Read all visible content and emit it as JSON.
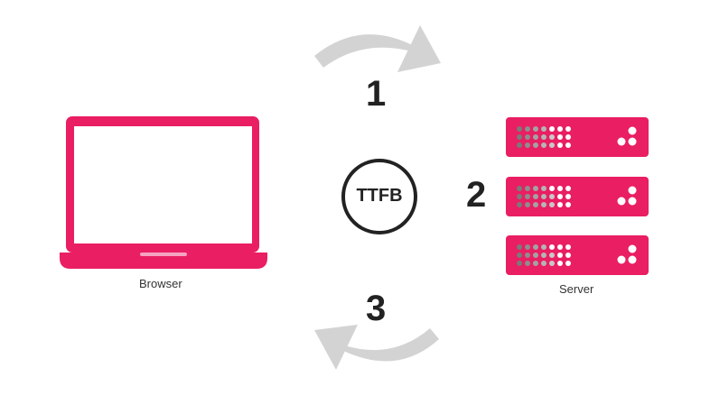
{
  "labels": {
    "browser": "Browser",
    "server": "Server",
    "center": "TTFB"
  },
  "steps": [
    "1",
    "2",
    "3"
  ],
  "colors": {
    "accent": "#e91e63",
    "arrow": "#d3d3d3",
    "text": "#222222"
  }
}
